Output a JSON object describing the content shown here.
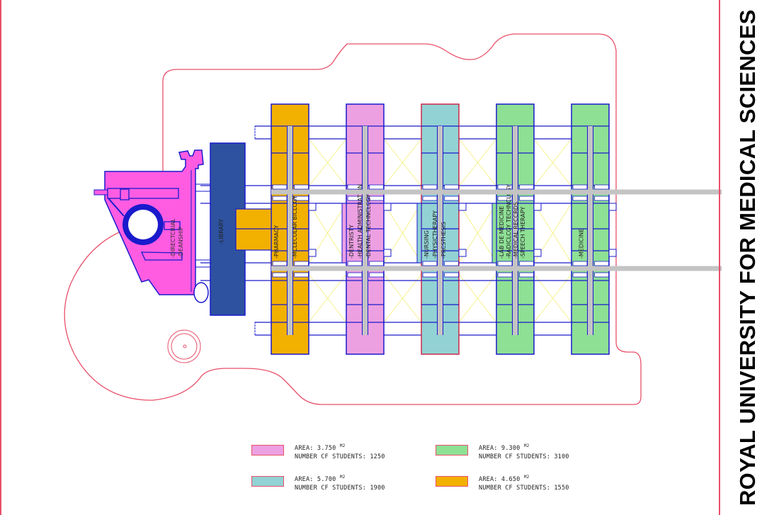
{
  "title": "ROYAL UNIVERSITY FOR MEDICAL SCIENCES",
  "colors": {
    "pink_faculty": "#eca0e2",
    "teal_faculty": "#92d2d4",
    "green_faculty": "#8ee095",
    "orange_faculty": "#f2b000",
    "dean_building": "#ff5ce2",
    "library": "#2e52a0",
    "outline_blue": "#1a1acc",
    "corridor_gray": "#c4c4c4",
    "site_boundary": "#e8506a",
    "courtyard_lines": "#f4f07a"
  },
  "buildings": {
    "dean": {
      "label_line1": "-DIRECTCRIAL",
      "label_line2": "-DEANSHIP"
    },
    "library": {
      "label": "-LIBRARY"
    },
    "blocks": [
      {
        "name": "pharmacy-biology",
        "color_key": "orange_faculty",
        "labels": [
          "-PHARMACY",
          "-MCLECULAR BICLCGY"
        ]
      },
      {
        "name": "dentistry-health",
        "color_key": "pink_faculty",
        "labels": [
          "-DENTRISTY",
          "-HEALTH ADMINISTRATION",
          "-DENTAL TECHNCLCGY"
        ]
      },
      {
        "name": "nursing-physio",
        "color_key": "teal_faculty",
        "labels": [
          "-NURSING",
          "-PHYSICTHERAPY",
          "-PRCSTHESIS"
        ]
      },
      {
        "name": "lab-medicine",
        "color_key": "green_faculty",
        "labels": [
          "-LAB DE MEDICINE",
          "-RADICLCGY TECHNCLCGY",
          "-MEDICAL RECCRDS",
          "-SPEECH THERAPY"
        ]
      },
      {
        "name": "medicine",
        "color_key": "green_faculty",
        "labels": [
          "-MEDICINE"
        ]
      }
    ]
  },
  "legend": [
    {
      "color_key": "pink_faculty",
      "area": "AREA: 3.750 ",
      "unit": "M2",
      "students": "NUMBER CF STUDENTS: 1250"
    },
    {
      "color_key": "green_faculty",
      "area": "AREA: 9.300 ",
      "unit": "M2",
      "students": "NUMBER CF STUDENTS: 3100"
    },
    {
      "color_key": "teal_faculty",
      "area": "AREA: 5.700 ",
      "unit": "M2",
      "students": "NUMBER CF STUDENTS: 1900"
    },
    {
      "color_key": "orange_faculty",
      "area": "AREA: 4.650 ",
      "unit": "M2",
      "students": "NUMBER CF STUDENTS: 1550"
    }
  ]
}
